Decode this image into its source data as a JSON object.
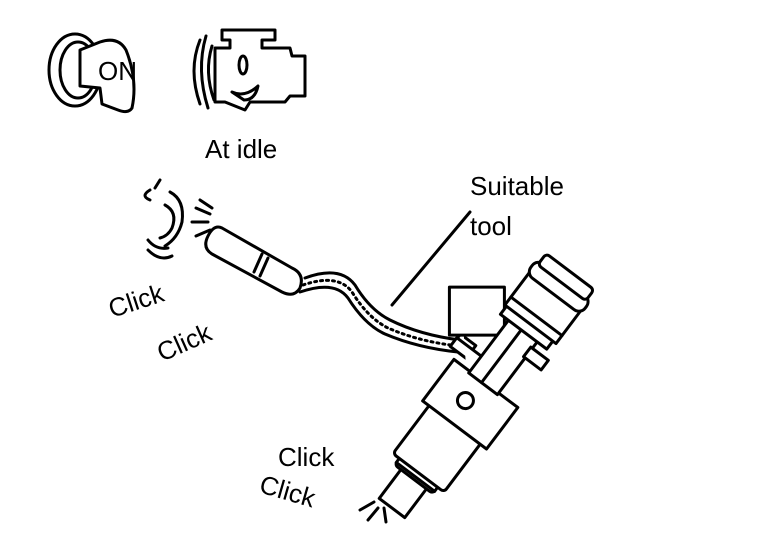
{
  "labels": {
    "ignition": "ON",
    "engine_state": "At idle",
    "tool_line1": "Suitable",
    "tool_line2": "tool",
    "click_ear_1": "Click",
    "click_ear_2": "Click",
    "click_nozzle_1": "Click",
    "click_nozzle_2": "Click"
  },
  "icons": [
    "ignition-key-icon",
    "engine-icon",
    "ear-icon",
    "stethoscope-tool",
    "fuel-injector"
  ]
}
